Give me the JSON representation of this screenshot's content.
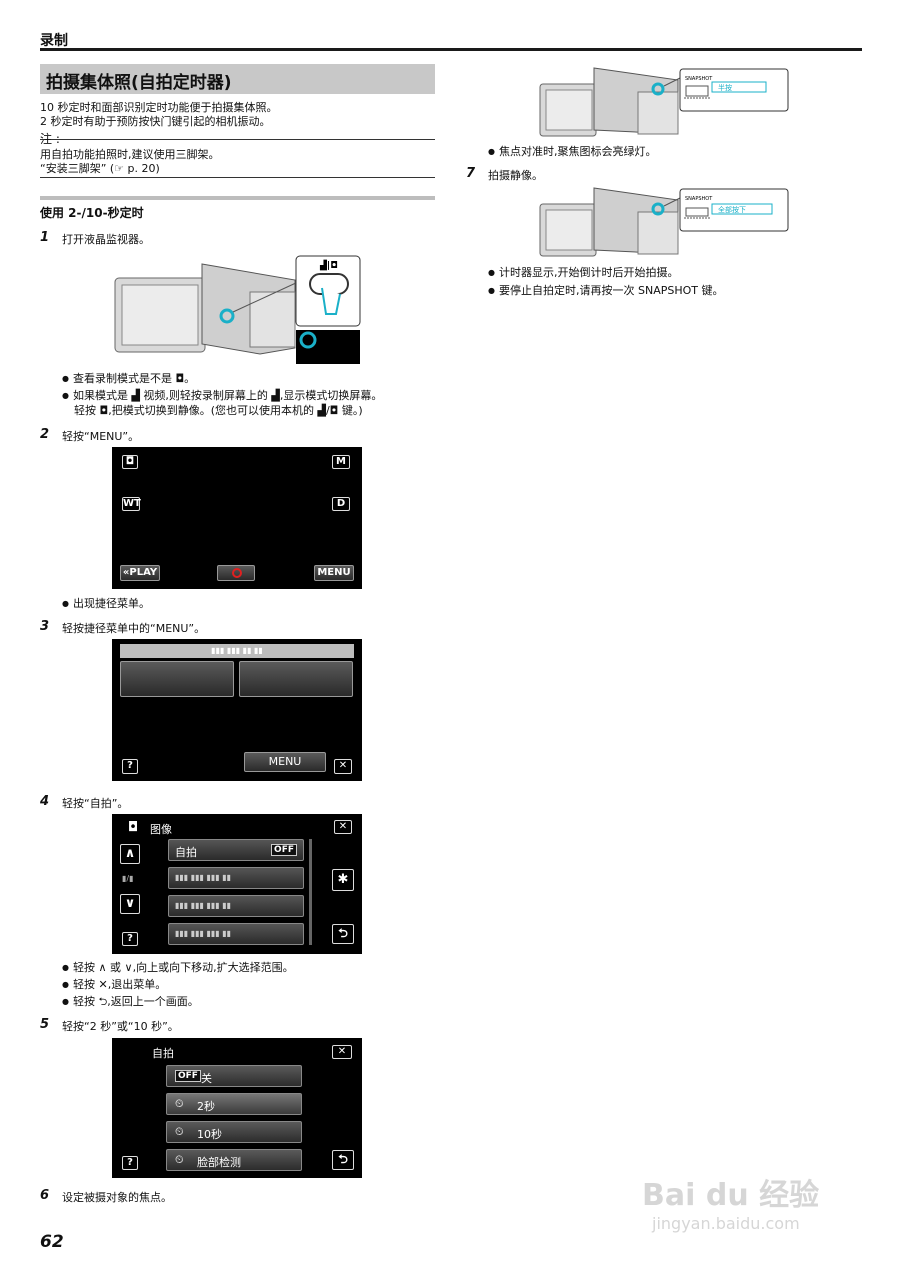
{
  "header": {
    "title": "录制"
  },
  "section": {
    "title": "拍摄集体照(自拍定时器)"
  },
  "intro": [
    "10 秒定时和面部识别定时功能便于拍摄集体照。",
    "2 秒定时有助于预防按快门键引起的相机振动。"
  ],
  "note": {
    "label": "注 :",
    "lines": [
      "用自拍功能拍照时,建议使用三脚架。",
      "“安装三脚架” (☞ p. 20)"
    ]
  },
  "subsection": {
    "title": "使用 2-/10-秒定时"
  },
  "steps": [
    {
      "num": "1",
      "text": "打开液晶监视器。",
      "bullets": [
        "查看录制模式是不是 ◘。",
        "如果模式是 ▟ 视频,则轻按录制屏幕上的 ▟,显示模式切换屏幕。",
        "轻按 ◘,把模式切换到静像。(您也可以使用本机的 ▟/◘ 键。)"
      ]
    },
    {
      "num": "2",
      "text": "轻按“MENU”。",
      "bullets": [
        "出现捷径菜单。"
      ]
    },
    {
      "num": "3",
      "text": "轻按捷径菜单中的“MENU”。"
    },
    {
      "num": "4",
      "text": "轻按“自拍”。",
      "bullets": [
        "轻按 ∧ 或 ∨,向上或向下移动,扩大选择范围。",
        "轻按 ✕,退出菜单。",
        "轻按 ⮌,返回上一个画面。"
      ]
    },
    {
      "num": "5",
      "text": "轻按“2 秒”或“10 秒”。"
    },
    {
      "num": "6",
      "text": "设定被摄对象的焦点。",
      "bullets": [
        "焦点对准时,聚焦图标会亮绿灯。"
      ]
    },
    {
      "num": "7",
      "text": "拍摄静像。",
      "bullets": [
        "计时器显示,开始倒计时后开始拍摄。",
        "要停止自拍定时,请再按一次 SNAPSHOT 键。"
      ]
    }
  ],
  "screen_record": {
    "play": "«PLAY",
    "menu": "MENU",
    "m": "M",
    "d": "D",
    "wt": "WT"
  },
  "screen_shortcut": {
    "title": "▮▮▮ ▮▮▮ ▮▮ ▮▮",
    "menu": "MENU",
    "help": "?",
    "close": "✕"
  },
  "screen_image_menu": {
    "title": "图像",
    "item1": "自拍",
    "item1_value": "OFF",
    "placeholder": "▮▮▮ ▮▮▮ ▮▮▮ ▮▮",
    "mid": "▮/▮",
    "help": "?"
  },
  "screen_selftimer": {
    "title": "自拍",
    "opt_off_badge": "OFF",
    "opt_off": "关",
    "opt_2": "2秒",
    "opt_10": "10秒",
    "opt_face": "脸部检测",
    "help": "?"
  },
  "camera_labels": {
    "snapshot": "SNAPSHOT",
    "half": "半按",
    "full": "全部按下"
  },
  "page": {
    "number": "62"
  },
  "watermark": {
    "brand": "Bai du 经验",
    "url": "jingyan.baidu.com"
  }
}
